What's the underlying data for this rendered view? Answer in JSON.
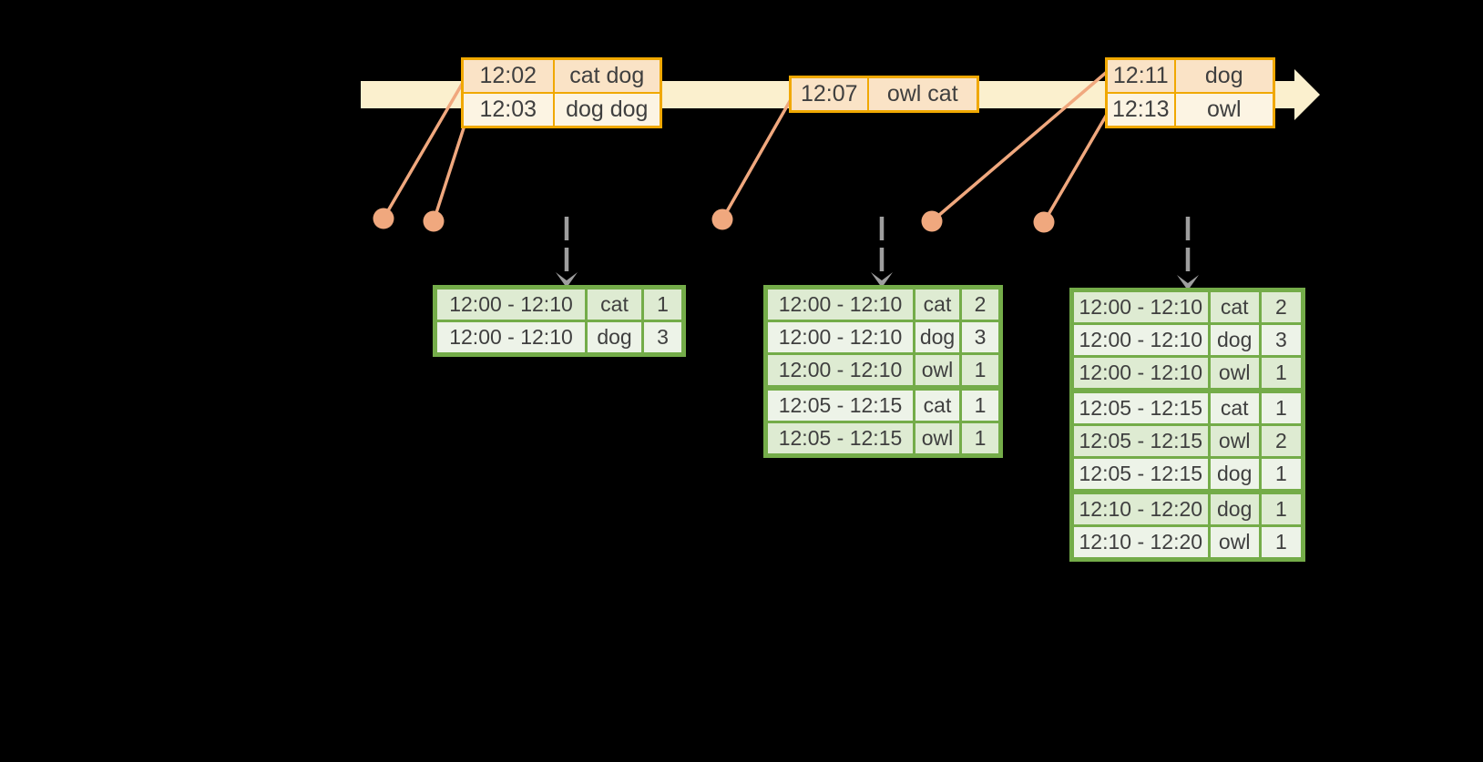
{
  "palette": {
    "timeline_fill": "#FBF0CE",
    "event_border": "#F0A800",
    "event_row_dark": "#FAE3C6",
    "event_row_light": "#FCF4E3",
    "connector": "#F0A87E",
    "result_border": "#74AC49",
    "result_row_dark": "#DEEBD2",
    "result_row_light": "#EDF3E8",
    "trigger_arrow": "#9E9E9E",
    "text": "#3F3F3F",
    "background": "#000000"
  },
  "icons": {
    "timeline_arrowhead": "right-arrowhead",
    "trigger_arrowhead": "down-chevron",
    "event_marker": "filled-circle"
  },
  "event_tables": [
    {
      "rows": [
        {
          "time": "12:02",
          "words": "cat dog"
        },
        {
          "time": "12:03",
          "words": "dog dog"
        }
      ]
    },
    {
      "rows": [
        {
          "time": "12:07",
          "words": "owl cat"
        }
      ]
    },
    {
      "rows": [
        {
          "time": "12:11",
          "words": "dog"
        },
        {
          "time": "12:13",
          "words": "owl"
        }
      ]
    }
  ],
  "result_tables": [
    {
      "rows": [
        {
          "window": "12:00 - 12:10",
          "word": "cat",
          "count": "1"
        },
        {
          "window": "12:00 - 12:10",
          "word": "dog",
          "count": "3"
        }
      ]
    },
    {
      "rows": [
        {
          "window": "12:00 - 12:10",
          "word": "cat",
          "count": "2"
        },
        {
          "window": "12:00 - 12:10",
          "word": "dog",
          "count": "3"
        },
        {
          "window": "12:00 - 12:10",
          "word": "owl",
          "count": "1"
        },
        {
          "window": "12:05 - 12:15",
          "word": "cat",
          "count": "1"
        },
        {
          "window": "12:05 - 12:15",
          "word": "owl",
          "count": "1"
        }
      ]
    },
    {
      "rows": [
        {
          "window": "12:00 - 12:10",
          "word": "cat",
          "count": "2"
        },
        {
          "window": "12:00 - 12:10",
          "word": "dog",
          "count": "3"
        },
        {
          "window": "12:00 - 12:10",
          "word": "owl",
          "count": "1"
        },
        {
          "window": "12:05 - 12:15",
          "word": "cat",
          "count": "1"
        },
        {
          "window": "12:05 - 12:15",
          "word": "owl",
          "count": "2"
        },
        {
          "window": "12:05 - 12:15",
          "word": "dog",
          "count": "1"
        },
        {
          "window": "12:10 - 12:20",
          "word": "dog",
          "count": "1"
        },
        {
          "window": "12:10 - 12:20",
          "word": "owl",
          "count": "1"
        }
      ]
    }
  ]
}
